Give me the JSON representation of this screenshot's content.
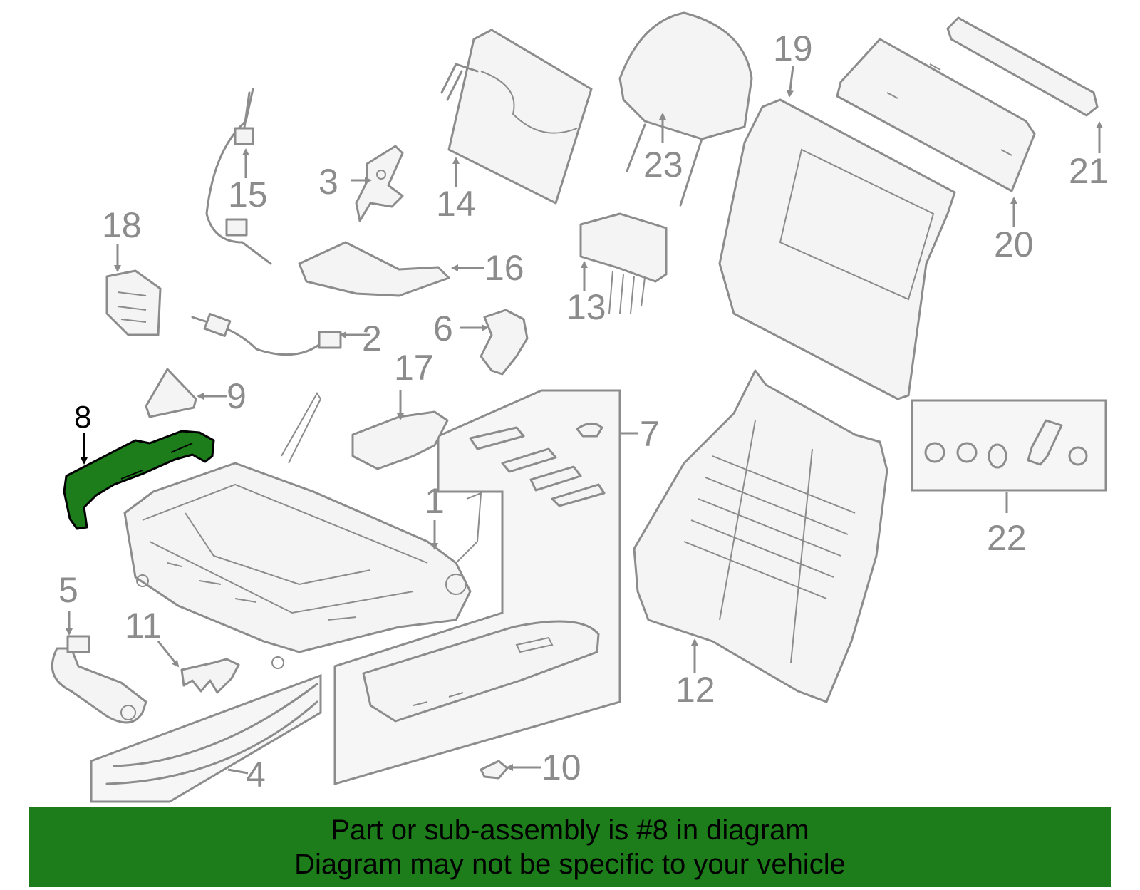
{
  "diagram": {
    "highlight_color": "#1c7d1a",
    "line_color": "#8c8c8c",
    "selected_callout": "8",
    "callouts": [
      "1",
      "2",
      "3",
      "4",
      "5",
      "6",
      "7",
      "8",
      "9",
      "10",
      "11",
      "12",
      "13",
      "14",
      "15",
      "16",
      "17",
      "18",
      "19",
      "20",
      "21",
      "22",
      "23"
    ]
  },
  "banner": {
    "line1": "Part or sub-assembly is #8 in diagram",
    "line2": "Diagram may not be specific to your vehicle",
    "background": "#1c7d1a"
  }
}
